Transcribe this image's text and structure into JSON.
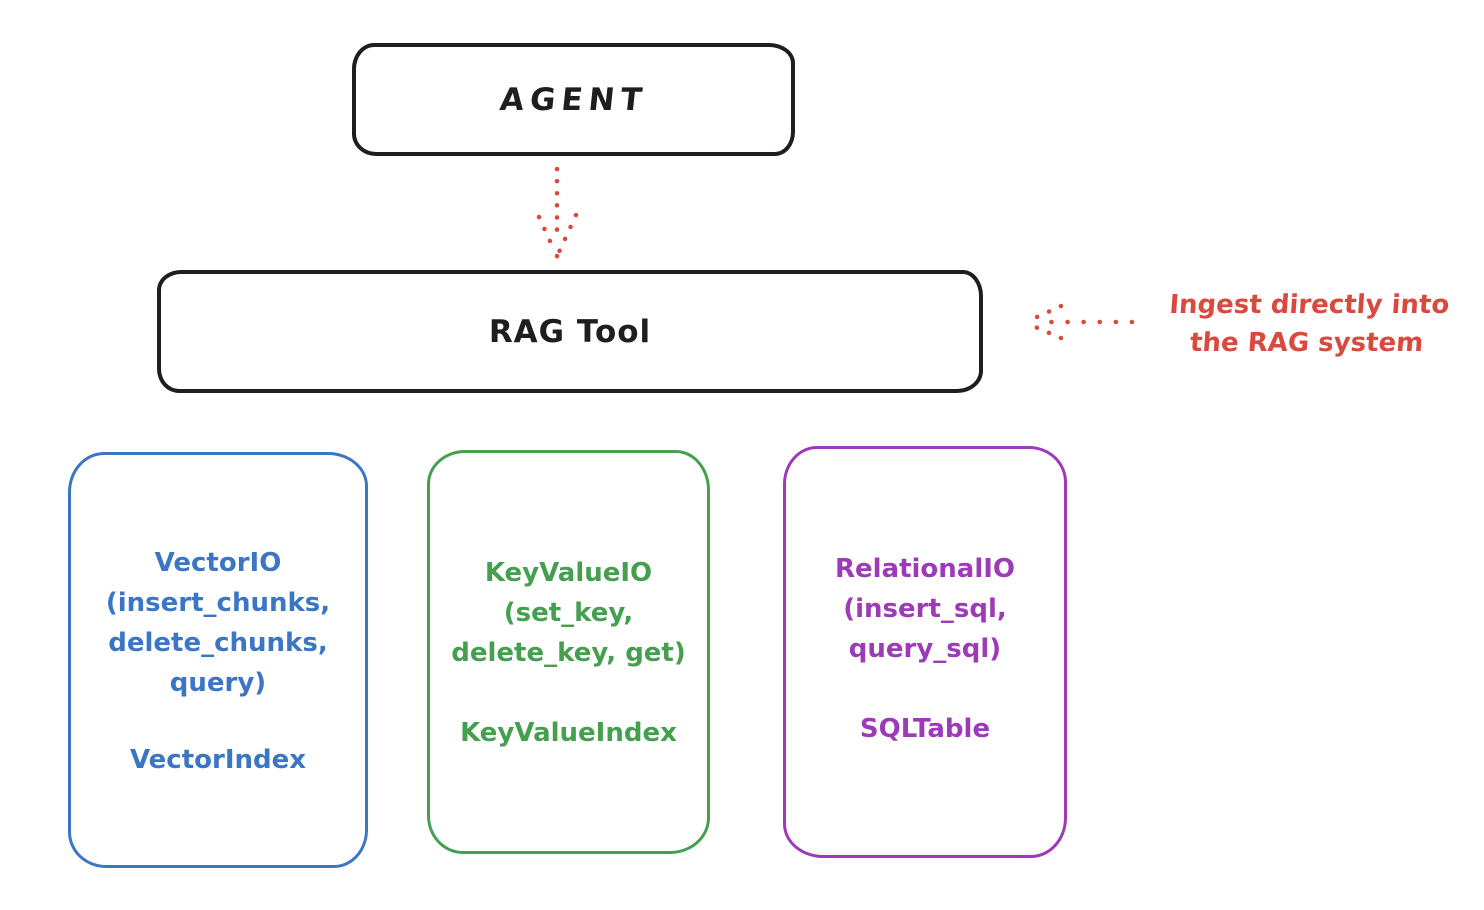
{
  "diagram": {
    "agent": {
      "label": "AGENT"
    },
    "rag_tool": {
      "label": "RAG Tool"
    },
    "annotation": {
      "line1": "Ingest directly into",
      "line2": "the RAG system"
    },
    "cards": [
      {
        "name": "VectorIO",
        "title_lines": [
          "VectorIO",
          "(insert_chunks,",
          "delete_chunks,",
          "query)"
        ],
        "index_label": "VectorIndex"
      },
      {
        "name": "KeyValueIO",
        "title_lines": [
          "KeyValueIO",
          "(set_key,",
          "delete_key, get)"
        ],
        "index_label": "KeyValueIndex"
      },
      {
        "name": "RelationalIO",
        "title_lines": [
          "RelationalIO",
          "(insert_sql,",
          "query_sql)"
        ],
        "index_label": "SQLTable"
      }
    ]
  },
  "colors": {
    "stroke": "#1e1e1e",
    "red": "#d9493d",
    "blue": "#3b76c4",
    "green": "#44a04e",
    "purple": "#9c3ab8"
  }
}
